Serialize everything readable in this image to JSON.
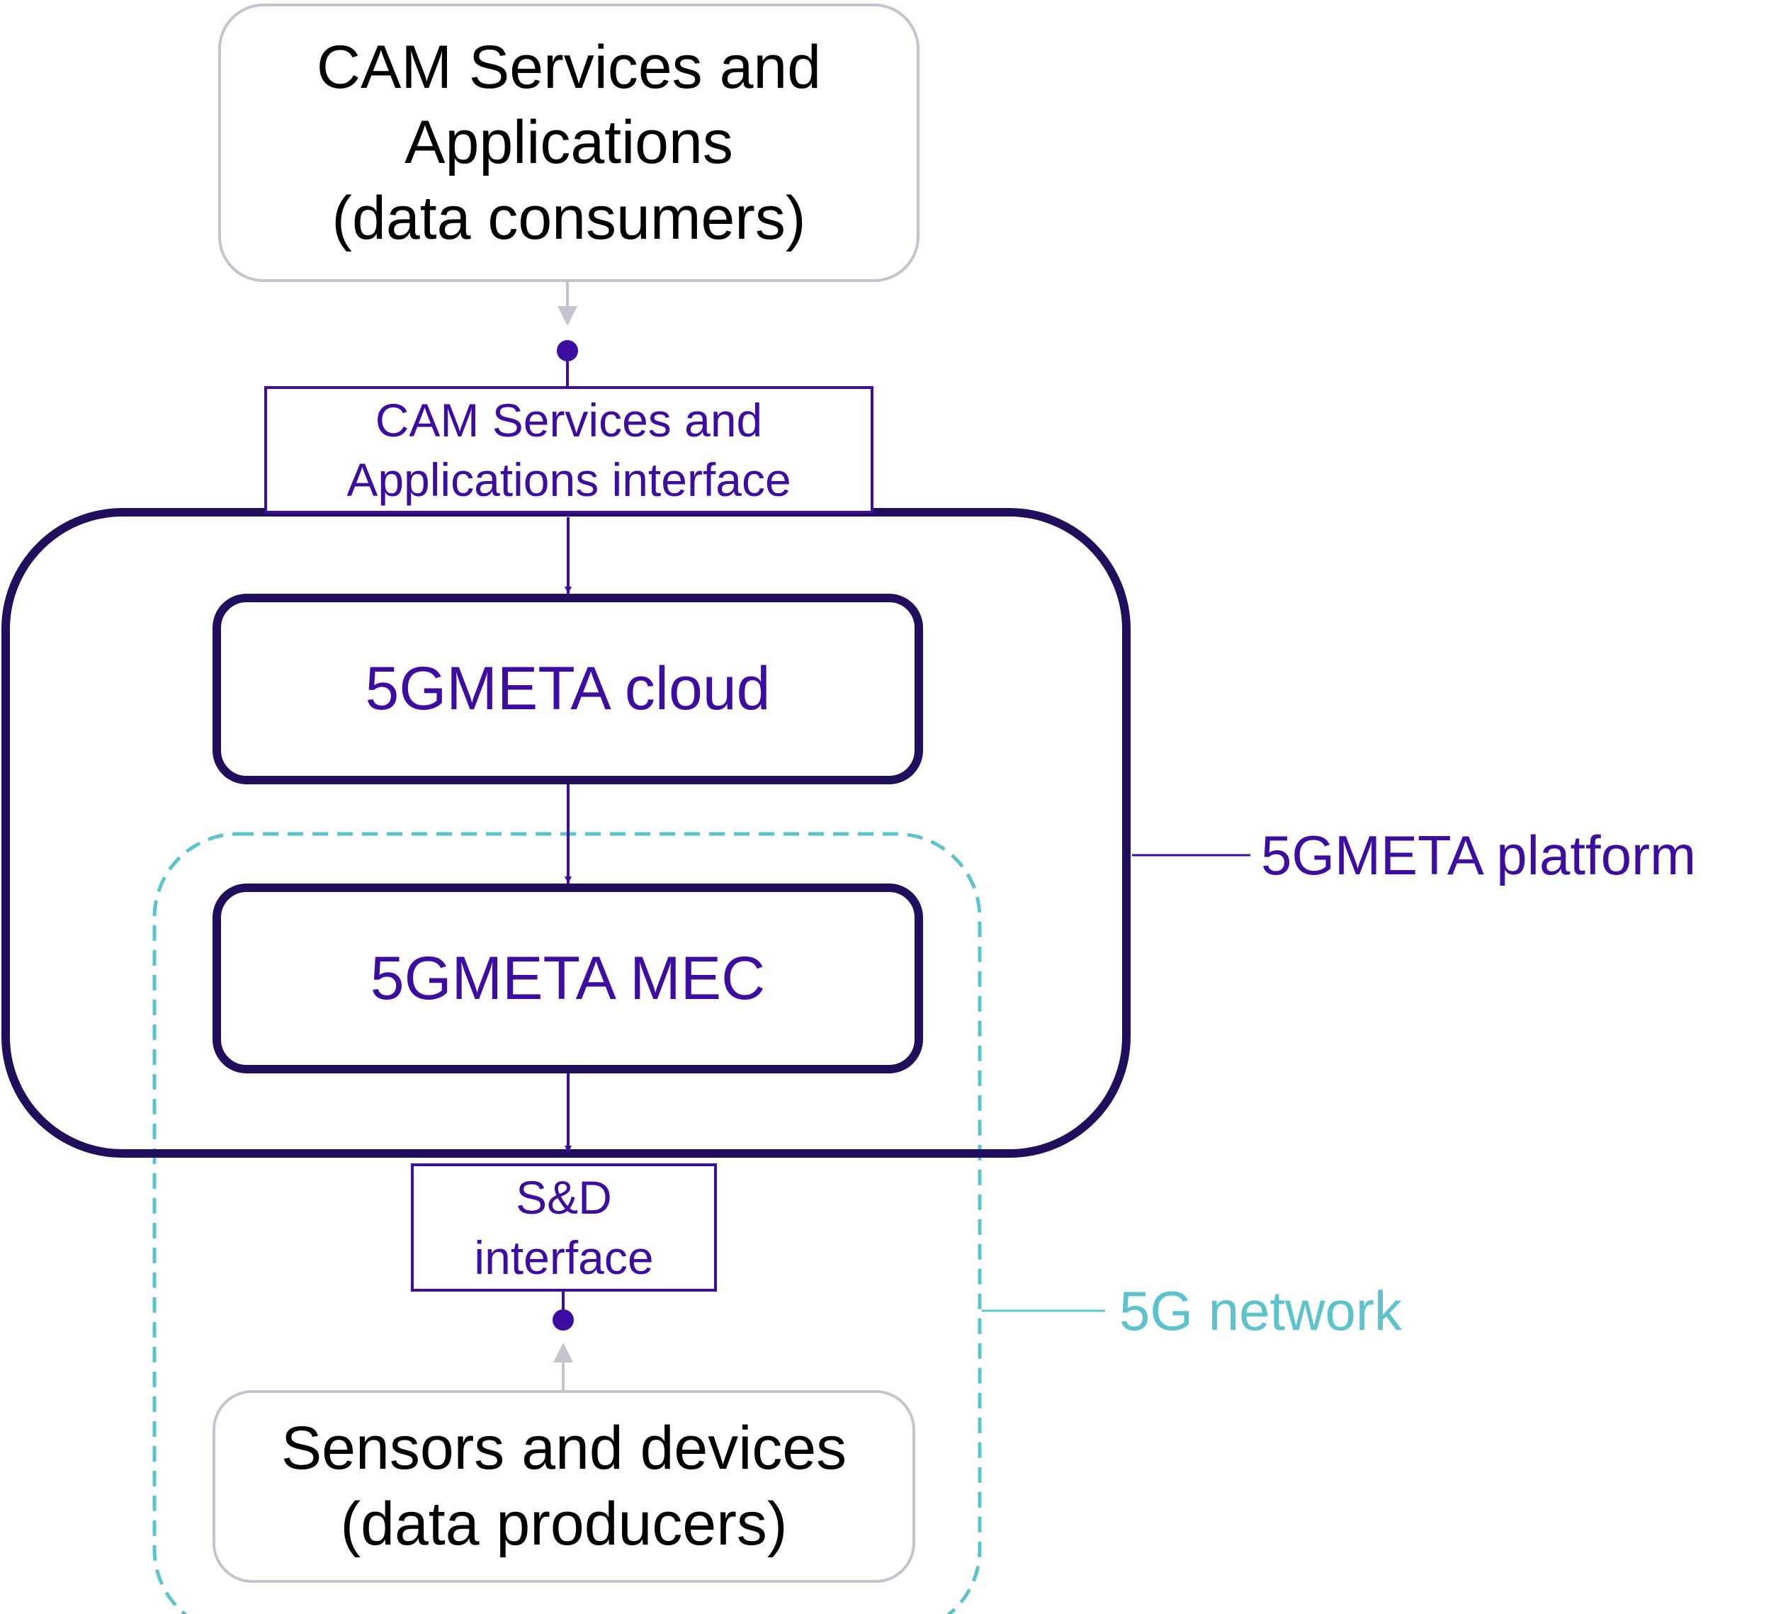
{
  "colors": {
    "platform_border": "#210e5c",
    "accent_purple": "#3c0da0",
    "network_teal": "#5cc3cc",
    "external_gray": "#c3c4cd",
    "text_black": "#000000"
  },
  "diagram": {
    "consumers_box": {
      "label": "CAM Services and\nApplications\n(data consumers)"
    },
    "cam_interface": {
      "label": "CAM Services and\nApplications interface"
    },
    "cloud": {
      "label": "5GMETA cloud"
    },
    "mec": {
      "label": "5GMETA MEC"
    },
    "sd_interface": {
      "label": "S&D\ninterface"
    },
    "producers_box": {
      "label": "Sensors and devices\n(data producers)"
    },
    "platform_label": "5GMETA platform",
    "network_label": "5G network"
  }
}
